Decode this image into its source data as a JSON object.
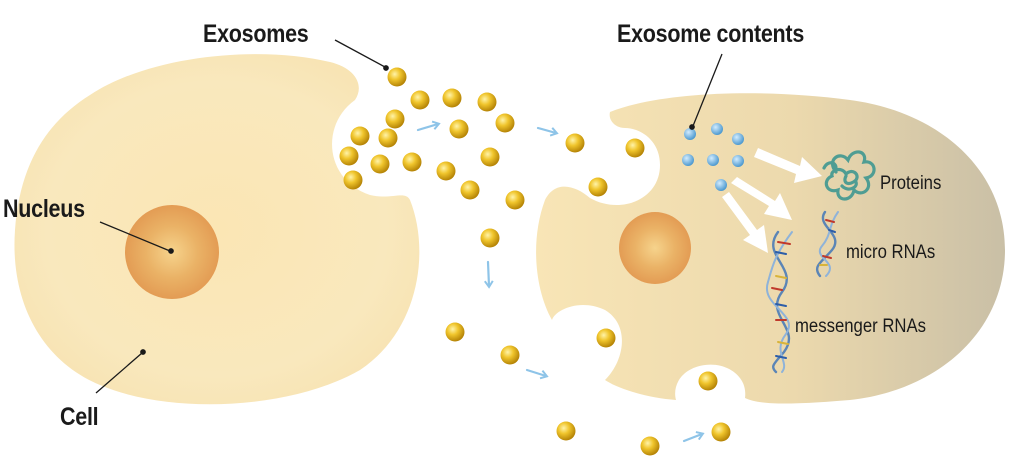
{
  "labels": {
    "exosomes": "Exosomes",
    "exosome_contents": "Exosome contents",
    "nucleus": "Nucleus",
    "cell": "Cell",
    "proteins": "Proteins",
    "micro_rnas": "micro RNAs",
    "messenger_rnas": "messenger RNAs"
  },
  "colors": {
    "cell_fill": "#f9e7b8",
    "nucleus": "#e6a356",
    "exosome": "#e3b21c",
    "contents_dot": "#5fa9d8",
    "flow_arrow": "#8ec4e8",
    "protein": "#4f9d93",
    "rna_strand": "#5b85b6",
    "text": "#1a1a1a"
  }
}
